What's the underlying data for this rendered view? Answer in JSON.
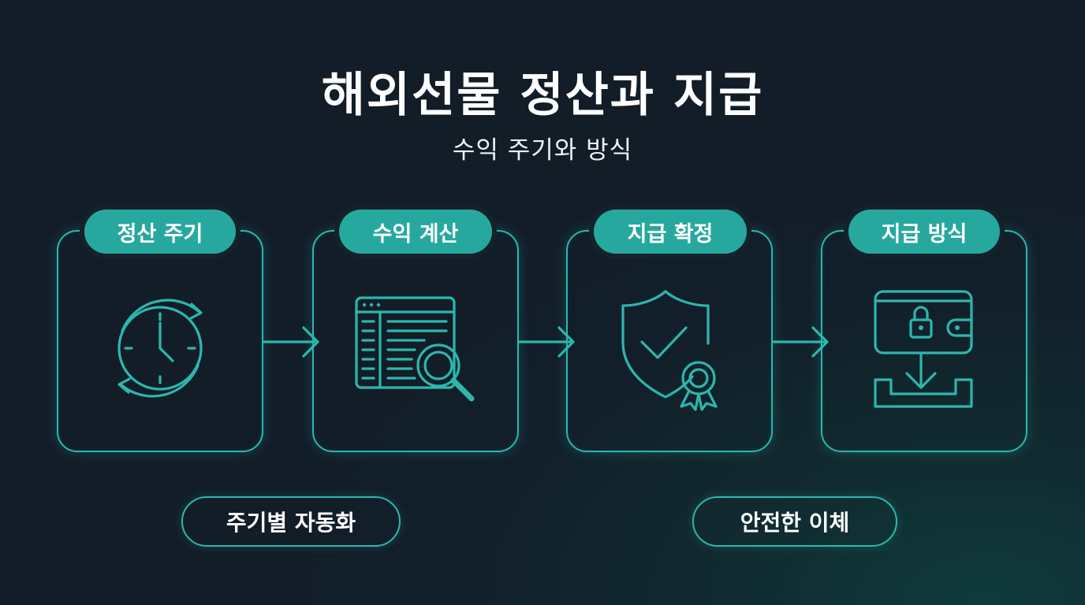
{
  "header": {
    "title": "해외선물 정산과 지급",
    "subtitle": "수익 주기와 방식"
  },
  "steps": [
    {
      "label": "정산 주기",
      "icon": "clock-cycle-icon"
    },
    {
      "label": "수익 계산",
      "icon": "spreadsheet-search-icon"
    },
    {
      "label": "지급 확정",
      "icon": "shield-check-badge-icon"
    },
    {
      "label": "지급 방식",
      "icon": "wallet-lock-download-icon"
    }
  ],
  "footer": {
    "automation_label": "주기별 자동화",
    "safe_transfer_label": "안전한 이체"
  },
  "colors": {
    "accent": "#2cb7ad",
    "pill_fill": "#27a89f",
    "background": "#121f2a"
  }
}
